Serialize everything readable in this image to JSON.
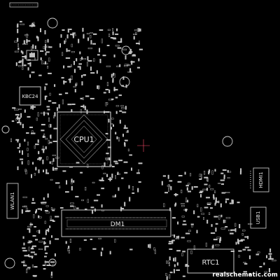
{
  "components": {
    "cpu": "CPU1",
    "kbc": "KBC24",
    "dimm": "DM1",
    "wlan": "WLAN1",
    "hdmi": "HDMI1",
    "usb": "USB1",
    "rtc": "RTC1"
  },
  "watermark": "realschematic.com",
  "colors": {
    "background": "#000000",
    "outline": "#d9d9d9",
    "pad": "#bfbfbf",
    "highlight": "#ff4d6d"
  }
}
